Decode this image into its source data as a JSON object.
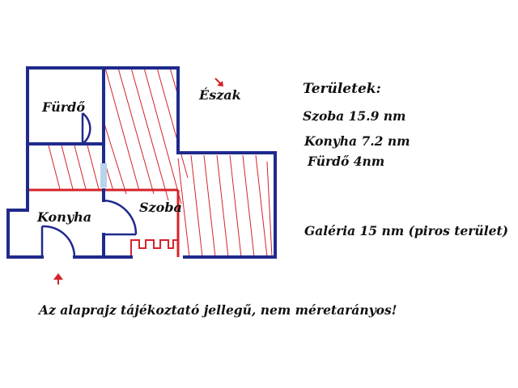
{
  "rooms": {
    "furdo": "Fürdő",
    "konyha": "Konyha",
    "szoba": "Szoba",
    "north": "Észak"
  },
  "legend": {
    "title": "Területek:",
    "szoba": "Szoba 15.9 nm",
    "konyha": "Konyha 7.2 nm",
    "furdo": "Fürdő 4nm",
    "galeria": "Galéria 15 nm (piros terület)"
  },
  "disclaimer": "Az alaprajz tájékoztató jellegű, nem méretarányos!",
  "icons": {
    "north": "north-arrow-icon",
    "entrance": "entrance-arrow-icon"
  },
  "colors": {
    "wall": "#1f2a8c",
    "gallery": "#d4232a",
    "window": "#b9d3ec",
    "text": "#111111"
  }
}
